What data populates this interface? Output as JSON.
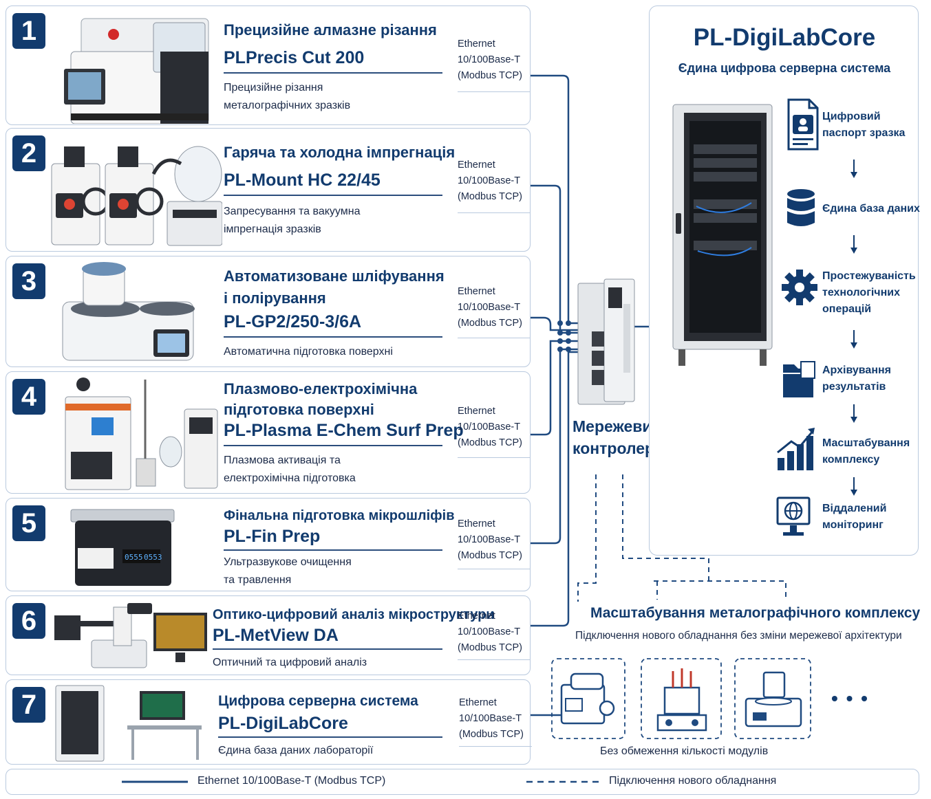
{
  "modules": [
    {
      "num": "1",
      "title": "Прецизійне алмазне різання",
      "model": "PLPrecis Cut 200",
      "desc_1": "Прецизійне різання",
      "desc_2": "металографічних зразків"
    },
    {
      "num": "2",
      "title": "Гаряча та холодна імпрегнація",
      "model": "PL-Mount HC 22/45",
      "desc_1": "Запресування та вакуумна",
      "desc_2": "імпрегнація зразків"
    },
    {
      "num": "3",
      "title": "Автоматизоване шліфування",
      "title_2": "і полірування",
      "model": "PL-GP2/250-3/6A",
      "desc_1": "Автоматична підготовка поверхні"
    },
    {
      "num": "4",
      "title": "Плазмово-електрохімічна",
      "title_2": "підготовка поверхні",
      "model": "PL-Plasma E-Chem Surf Prep",
      "desc_1": "Плазмова активація та",
      "desc_2": "електрохімічна підготовка"
    },
    {
      "num": "5",
      "title": "Фінальна підготовка мікрошліфів",
      "model": "PL-Fin Prep",
      "desc_1": "Ультразвукове очищення",
      "desc_2": "та травлення"
    },
    {
      "num": "6",
      "title": "Оптико-цифровий аналіз мікроструктури",
      "model": "PL-MetView DA",
      "desc_1": "Оптичний та цифровий аналіз"
    },
    {
      "num": "7",
      "title": "Цифрова серверна система",
      "model": "PL-DigiLabCore",
      "desc_1": "Єдина база даних лабораторії"
    }
  ],
  "ethernet": {
    "line_1": "Ethernet",
    "line_2": "10/100Base-T",
    "line_3": "(Modbus TCP)"
  },
  "ultrasonic_display": {
    "left": "0555",
    "right": "0553"
  },
  "controller": {
    "label_1": "Мережевий",
    "label_2": "контролер"
  },
  "server": {
    "title": "PL-DigiLabCore",
    "subtitle": "Єдина цифрова серверна система",
    "features": [
      {
        "icon": "document-id-icon",
        "line_1": "Цифровий",
        "line_2": "паспорт зразка"
      },
      {
        "icon": "database-icon",
        "line_1": "Єдина база даних"
      },
      {
        "icon": "gear-icon",
        "line_1": "Простежуваність",
        "line_2": "технологічних",
        "line_3": "операцій"
      },
      {
        "icon": "folder-icon",
        "line_1": "Архівування",
        "line_2": "результатів"
      },
      {
        "icon": "growth-chart-icon",
        "line_1": "Масштабування",
        "line_2": "комплексу"
      },
      {
        "icon": "monitor-globe-icon",
        "line_1": "Віддалений",
        "line_2": "моніторинг"
      }
    ]
  },
  "scaling": {
    "title": "Масштабування металографічного комплексу",
    "subtitle": "Підключення нового обладнання без зміни мережевої архітектури",
    "footer": "Без обмеження кількості модулів",
    "ellipsis": "• • •"
  },
  "legend": {
    "solid_label": "Ethernet 10/100Base-T (Modbus TCP)",
    "dashed_label": "Підключення нового обладнання"
  },
  "colors": {
    "navy": "#123b6e",
    "border": "#b9c9de",
    "line": "#1f4a80"
  }
}
